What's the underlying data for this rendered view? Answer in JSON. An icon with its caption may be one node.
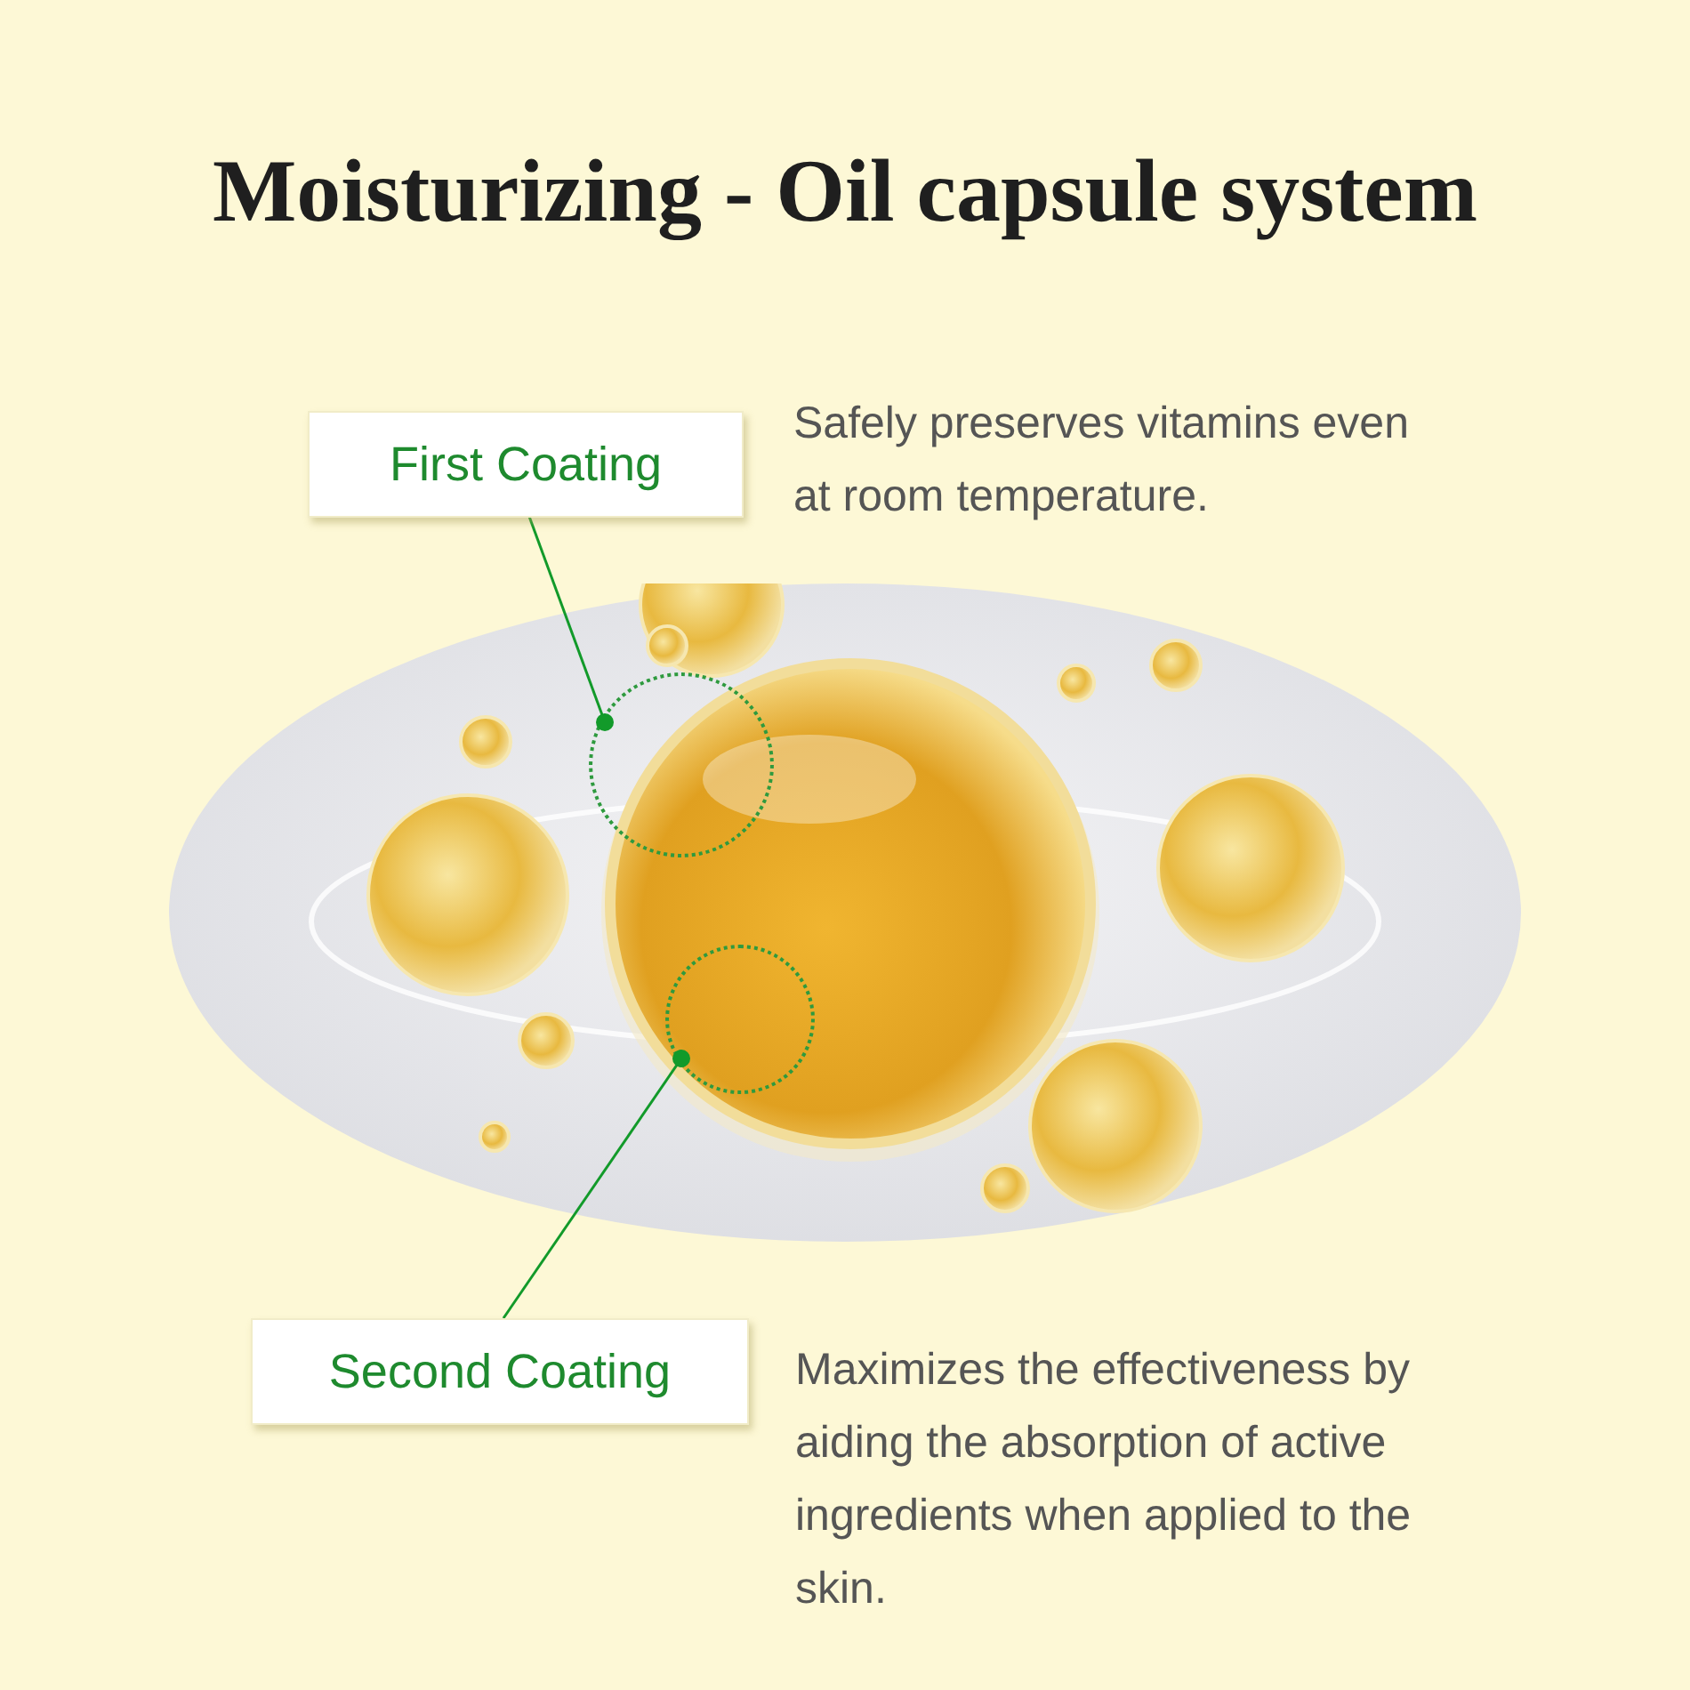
{
  "diagram": {
    "title": "Moisturizing - Oil capsule system",
    "nodes": [
      {
        "text": [
          "First Coating"
        ],
        "beside": [
          "Safely preserves vitamins even at room temperature."
        ]
      },
      {
        "text": [],
        "shape": "picture"
      },
      {
        "text": [],
        "shape": "circle",
        "in": 1
      },
      {
        "text": [],
        "shape": "circle",
        "in": 1
      },
      {
        "text": [
          "Second Coating"
        ],
        "beside": [
          "Maximizes the effectiveness by aiding the absorption of active ingredients when applied to the skin."
        ]
      }
    ],
    "edges": [
      {
        "from": 0,
        "to": 2,
        "arrow": "other"
      },
      {
        "from": 4,
        "to": 3,
        "arrow": "other"
      }
    ]
  }
}
